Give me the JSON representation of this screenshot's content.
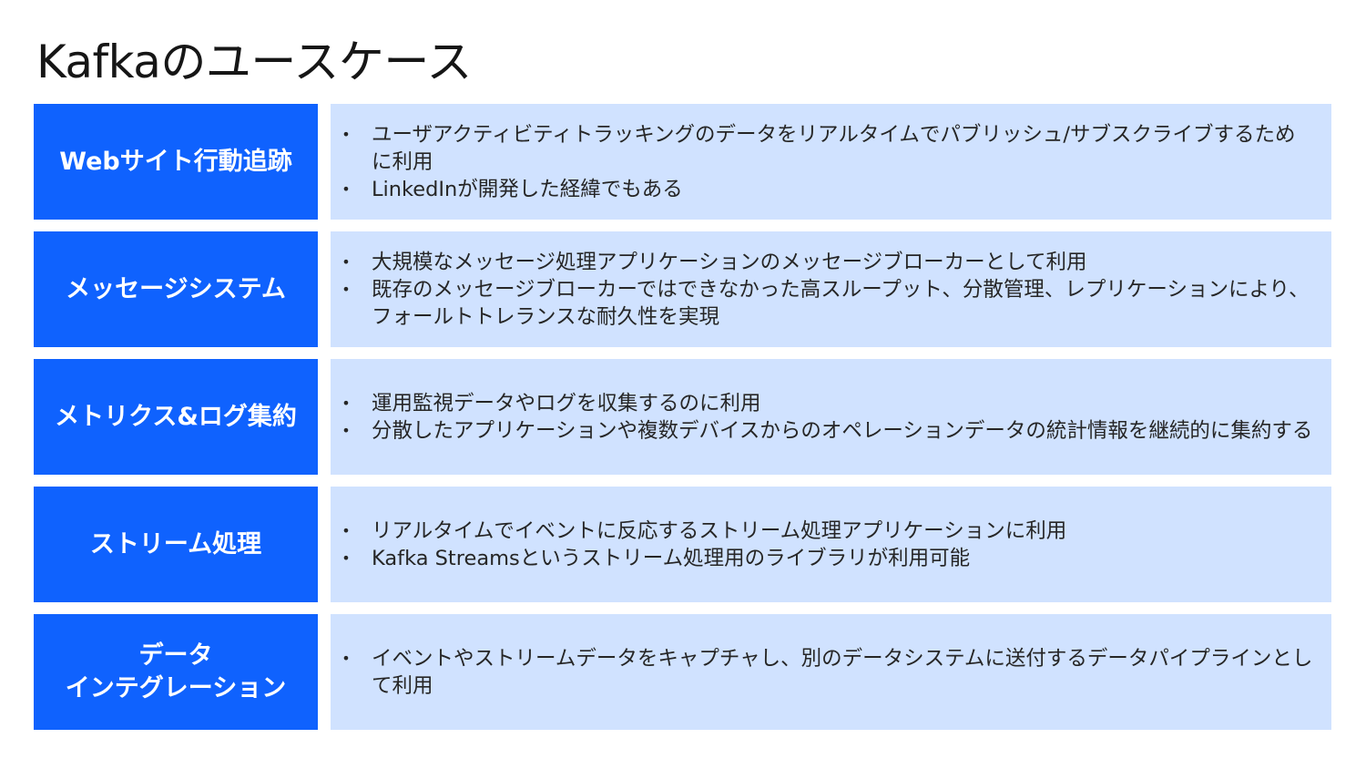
{
  "slide": {
    "title": "Kafkaのユースケース",
    "colors": {
      "label_bg": "#0f62fe",
      "content_bg": "#d0e2ff",
      "label_text": "#ffffff",
      "body_text": "#262626"
    },
    "bullet_glyph": "•",
    "rows": [
      {
        "label": "Webサイト行動追跡",
        "bullets": [
          "ユーザアクティビティトラッキングのデータをリアルタイムでパブリッシュ/サブスクライブするために利用",
          "LinkedInが開発した経緯でもある"
        ]
      },
      {
        "label": "メッセージシステム",
        "bullets": [
          "大規模なメッセージ処理アプリケーションのメッセージブローカーとして利用",
          "既存のメッセージブローカーではできなかった高スループット、分散管理、レプリケーションにより、フォールトトレランスな耐久性を実現"
        ]
      },
      {
        "label": "メトリクス&ログ集約",
        "bullets": [
          "運用監視データやログを収集するのに利用",
          "分散したアプリケーションや複数デバイスからのオペレーションデータの統計情報を継続的に集約する"
        ]
      },
      {
        "label": "ストリーム処理",
        "bullets": [
          "リアルタイムでイベントに反応するストリーム処理アプリケーションに利用",
          "Kafka Streamsというストリーム処理用のライブラリが利用可能"
        ]
      },
      {
        "label": "データ\nインテグレーション",
        "bullets": [
          "イベントやストリームデータをキャプチャし、別のデータシステムに送付するデータパイプラインとして利用"
        ]
      }
    ]
  }
}
